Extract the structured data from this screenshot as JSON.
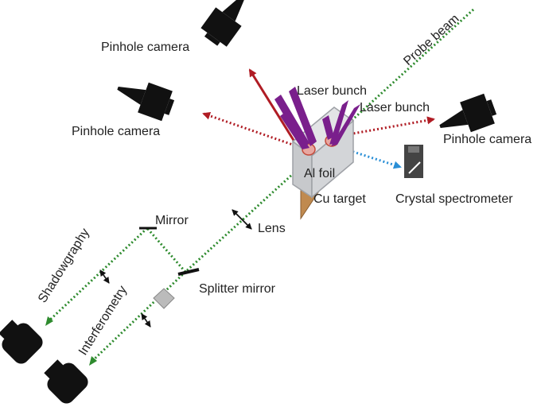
{
  "labels": {
    "pinhole_camera_top": "Pinhole camera",
    "pinhole_camera_left": "Pinhole camera",
    "pinhole_camera_right": "Pinhole camera",
    "probe_beam": "Probe beam",
    "laser_bunch_1": "Laser bunch",
    "laser_bunch_2": "Laser bunch",
    "al_foil": "Al foil",
    "cu_target": "Cu target",
    "crystal_spectrometer": "Crystal spectrometer",
    "lens": "Lens",
    "mirror": "Mirror",
    "splitter_mirror": "Splitter mirror",
    "shadowgraphy": "Shadowgraphy",
    "interferometry": "Interferometry"
  },
  "colors": {
    "probe_beam": "#2e8b2e",
    "red_dotted": "#b01c24",
    "red_solid": "#b01c24",
    "blue_dotted": "#2a8fd6",
    "laser": "#7a1f8c",
    "foil": "#d3d5d8",
    "foil_edge": "#9ea1a6",
    "copper": "#c08a4f",
    "black": "#111111"
  },
  "icons": {
    "camera": "pinhole-camera-icon",
    "detector": "ccd-camera-icon",
    "spectrometer": "crystal-spectrometer-icon",
    "arrow": "double-arrow-icon"
  }
}
